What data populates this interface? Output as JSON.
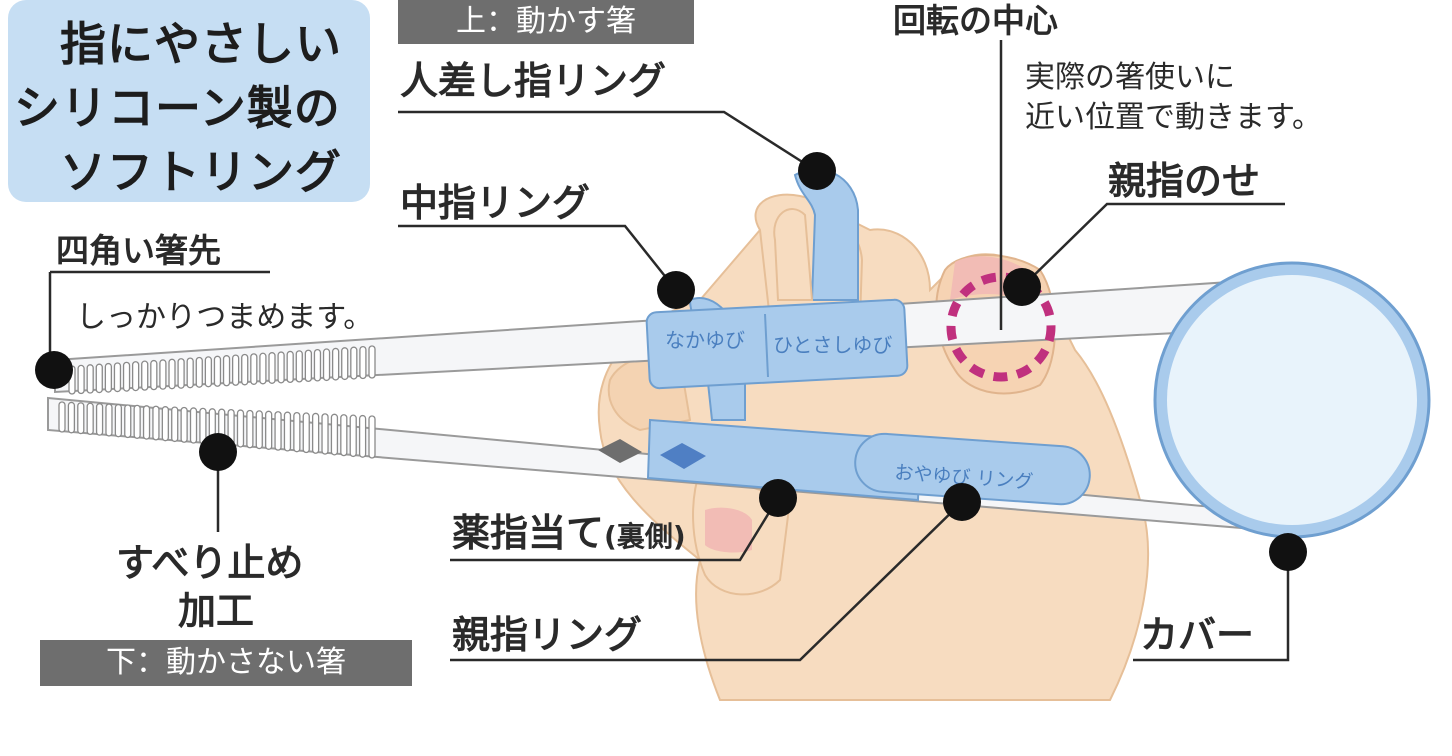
{
  "title": {
    "line1": "指にやさしい",
    "line2": "シリコーン製の",
    "line3": "ソフトリング"
  },
  "tags": {
    "upper": "上：動かす箸",
    "lower": "下：動かさない箸"
  },
  "labels": {
    "index_ring": "人差し指リング",
    "middle_ring": "中指リング",
    "square_tip": "四角い箸先",
    "square_tip_desc": "しっかりつまめます。",
    "rotation_center": "回転の中心",
    "rotation_desc_1": "実際の箸使いに",
    "rotation_desc_2": "近い位置で動きます。",
    "thumb_rest": "親指のせ",
    "ring_finger_rest": "薬指当て",
    "ring_finger_rest_note": "(裏側)",
    "non_slip_1": "すべり止め",
    "non_slip_2": "加工",
    "thumb_ring": "親指リング",
    "cover": "カバー"
  },
  "ring_text": {
    "naka": "なかゆび",
    "hitosashi": "ひとさしゆび",
    "oyayubi": "おやゆび リング"
  },
  "colors": {
    "ring_blue": "#a9cbec",
    "ring_blue_dark": "#6f9fd0",
    "skin": "#f7dcc0",
    "skin_shadow": "#efc9a6",
    "chopstick": "#f5f6f8",
    "rotation_marker": "#c0307e",
    "title_bg": "#c6def3",
    "tag_bg": "#6e6e6e"
  }
}
